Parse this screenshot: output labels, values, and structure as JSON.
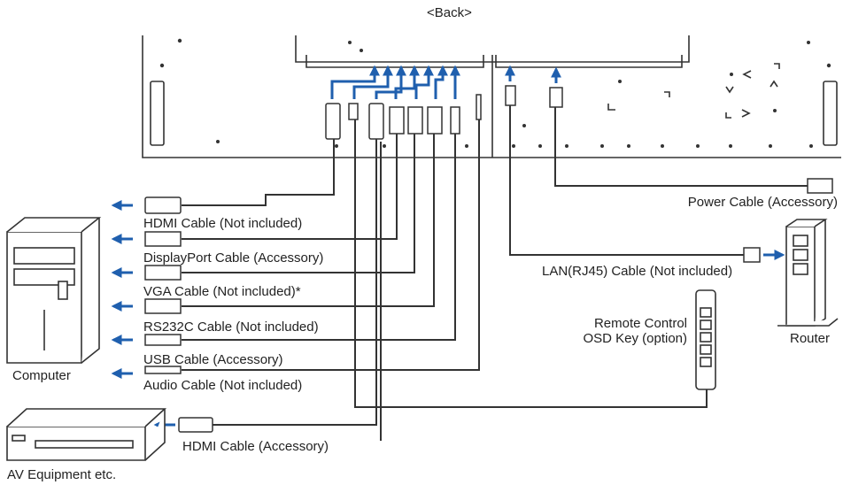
{
  "title": "<Back>",
  "cables": {
    "hdmi_pc": "HDMI Cable (Not included)",
    "displayport": "DisplayPort Cable (Accessory)",
    "vga": "VGA Cable (Not included)*",
    "rs232c": "RS232C Cable (Not included)",
    "usb": "USB Cable (Accessory)",
    "audio": "Audio Cable (Not included)",
    "hdmi_av": "HDMI Cable (Accessory)",
    "power": "Power Cable (Accessory)",
    "lan": "LAN(RJ45) Cable (Not included)"
  },
  "devices": {
    "computer": "Computer",
    "av": "AV Equipment etc.",
    "router": "Router",
    "remote_line1": "Remote Control",
    "remote_line2": "OSD Key (option)"
  },
  "colors": {
    "arrow": "#1f5fae",
    "line": "#333333",
    "background": "#ffffff"
  }
}
